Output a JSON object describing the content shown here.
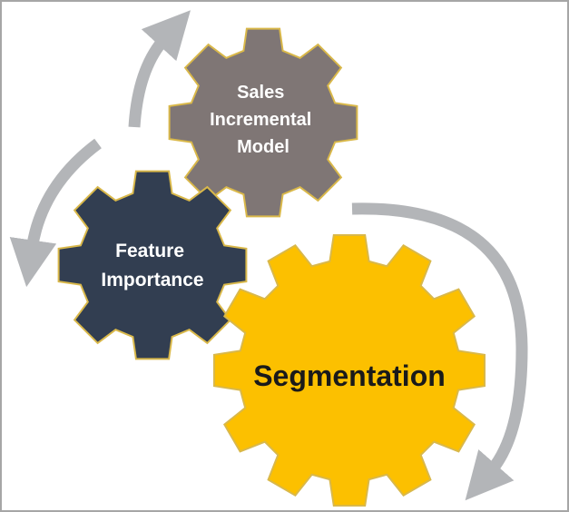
{
  "gears": [
    {
      "id": "sales",
      "lines": [
        "Sales",
        "Incremental",
        "Model"
      ],
      "fill": "#7f7675",
      "text_color": "#ffffff"
    },
    {
      "id": "feature",
      "lines": [
        "Feature",
        "Importance"
      ],
      "fill": "#323e51",
      "text_color": "#ffffff"
    },
    {
      "id": "segmentation",
      "lines": [
        "Segmentation"
      ],
      "fill": "#fcc000",
      "text_color": "#1a1a1a"
    }
  ],
  "colors": {
    "frame": "#a6a6a6",
    "arrow": "#b3b5b8",
    "gear_outline": "#d9b84a"
  }
}
